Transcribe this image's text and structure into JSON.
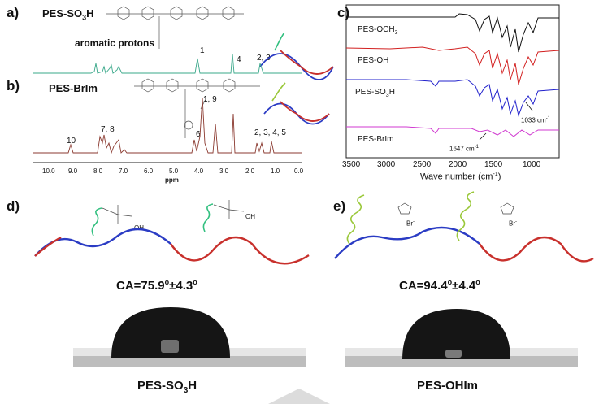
{
  "panels": {
    "a": {
      "label": "a)",
      "title": "PES-SO",
      "title_sub": "3",
      "title_tail": "H",
      "annot": "aromatic protons",
      "peaks": [
        "1",
        "4",
        "2, 3"
      ]
    },
    "b": {
      "label": "b)",
      "title": "PES-BrIm",
      "peaks": [
        "10",
        "7, 8",
        "6",
        "1, 9",
        "2, 3, 4, 5"
      ],
      "xticks": [
        "10.0",
        "9.0",
        "8.0",
        "7.0",
        "6.0",
        "5.0",
        "4.0",
        "3.0",
        "2.0",
        "1.0",
        "0.0"
      ],
      "xunit": "ppm"
    },
    "c": {
      "label": "c)",
      "traces": [
        {
          "name": "PES-OCH",
          "sub": "3",
          "color": "#111111"
        },
        {
          "name": "PES-OH",
          "sub": "",
          "color": "#d22020"
        },
        {
          "name": "PES-SO",
          "sub": "3",
          "tail": "H",
          "color": "#2222cc"
        },
        {
          "name": "PES-BrIm",
          "sub": "",
          "color": "#d03ad0"
        }
      ],
      "annot1": "1033 cm",
      "annot1_sup": "-1",
      "annot2": "1647 cm",
      "annot2_sup": "-1",
      "xticks": [
        "3500",
        "3000",
        "2500",
        "2000",
        "1500",
        "1000"
      ],
      "xlabel": "Wave number (cm",
      "xlabel_sup": "-1",
      "xlabel_tail": ")"
    },
    "d": {
      "label": "d)",
      "ca": "CA=75.9",
      "ca_tail": "±4.3",
      "bottom": "PES-SO",
      "bottom_sub": "3",
      "bottom_tail": "H",
      "group": "OH"
    },
    "e": {
      "label": "e)",
      "ca": "CA=94.4",
      "ca_tail": "±4.4",
      "bottom": "PES-OHIm",
      "anion": "Br"
    }
  },
  "colors": {
    "wave_blue": "#2b3cc4",
    "wave_red": "#c8302c",
    "nmr_a": "#3aa88a",
    "nmr_b": "#8b3a30",
    "chain_green": "#33c080",
    "chain_yellow": "#9ac83a"
  }
}
